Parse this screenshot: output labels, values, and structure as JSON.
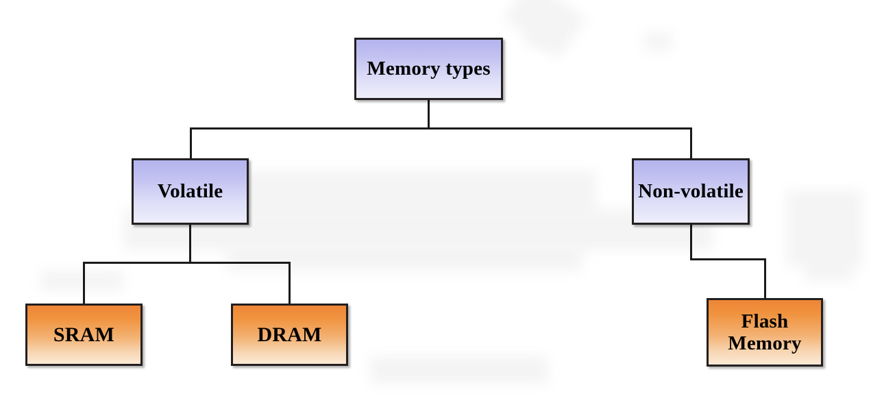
{
  "diagram": {
    "title": "Memory types",
    "type": "hierarchy-tree",
    "nodes": {
      "root": {
        "label": "Memory types",
        "color": "#b4b4ee"
      },
      "volatile": {
        "label": "Volatile",
        "color": "#b4b4ee"
      },
      "nonvolatile": {
        "label": "Non-volatile",
        "color": "#b4b4ee"
      },
      "sram": {
        "label": "SRAM",
        "color": "#ee8637"
      },
      "dram": {
        "label": "DRAM",
        "color": "#ee8637"
      },
      "flash": {
        "label": "Flash Memory",
        "color": "#ee8637"
      }
    },
    "edges": [
      {
        "from": "root",
        "to": "volatile"
      },
      {
        "from": "root",
        "to": "nonvolatile"
      },
      {
        "from": "volatile",
        "to": "sram"
      },
      {
        "from": "volatile",
        "to": "dram"
      },
      {
        "from": "nonvolatile",
        "to": "flash"
      }
    ],
    "colors": {
      "line": "#1a1a1a",
      "border": "#231f20",
      "background": "#ffffff",
      "blue_top": "#b4b4ee",
      "blue_bottom": "#eeeefb",
      "orange_top": "#ee8637",
      "orange_bottom": "#fbe9d6"
    }
  }
}
